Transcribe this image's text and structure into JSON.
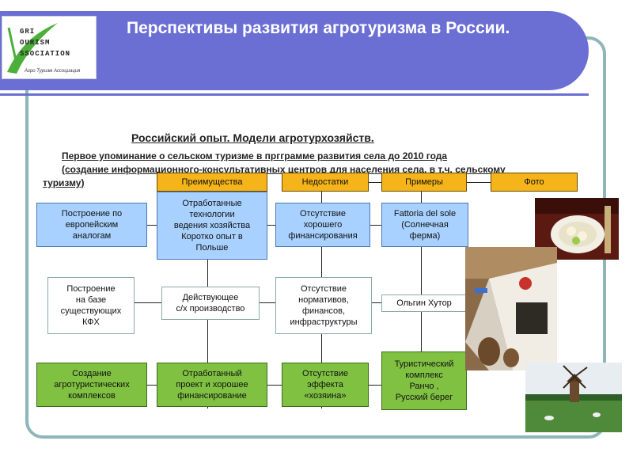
{
  "title": "Перспективы развития агротуризма в России.",
  "logo": {
    "lines": [
      "GRI",
      "OURISM",
      "SSOCIATION"
    ],
    "caption": "Агро Туризм Ассоциация"
  },
  "section": {
    "title": "Российский опыт.  Модели агротурхозяйств.",
    "note_line1": "Первое упоминание о сельском туризме в пргграмме развития села до 2010 года",
    "note_line2": "(создание информационного-консультативных центров  для населения села, в т.ч. сельскому",
    "note_line3": "туризму)"
  },
  "headers": {
    "advantages": "Преимущества",
    "disadvantages": "Недостатки",
    "examples": "Примеры",
    "photo": "Фото"
  },
  "rows": [
    {
      "model": "Построение по\nевропейским\nаналогам",
      "advantage": "Отработанные\nтехнологии\nведения хозяйства\nКоротко опыт в\nПольше",
      "disadvantage": "Отсутствие\nхорошего\nфинансирования",
      "example": "Fattoria del sole\n(Солнечная\nферма)"
    },
    {
      "model": "Построение\nна базе\nсуществующих\nКФХ",
      "advantage": "Действующее\nс/х производство",
      "disadvantage": "Отсутствие\nнормативов,\nфинансов,\nинфраструктуры",
      "example": "Ольгин Хутор"
    },
    {
      "model": "Создание\nагротуристических\nкомплексов",
      "advantage": "Отработанный\nпроект и хорошее\nфинансирование",
      "disadvantage": "Отсутствие\nэффекта\n«хозяина»",
      "example": "Туристический\nкомплекс\nРанчо ,\nРусский берег"
    }
  ],
  "colors": {
    "header_band": "#6b6fd4",
    "header_box": "#f4b41a",
    "row1": "#a8d1ff",
    "row3": "#80c142",
    "frame": "#8fb6b6"
  }
}
